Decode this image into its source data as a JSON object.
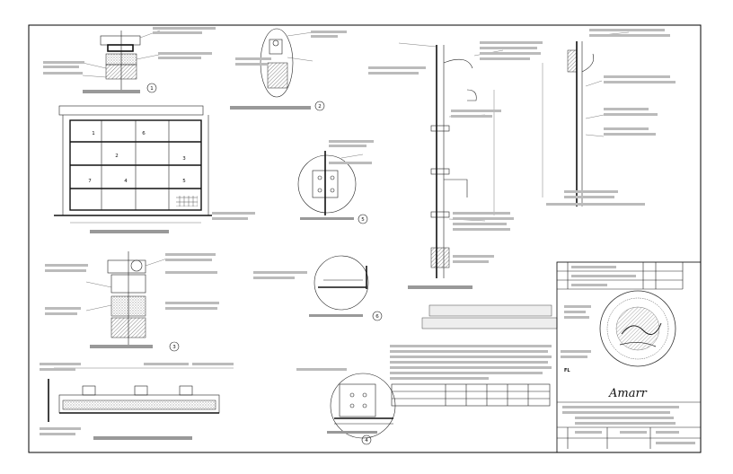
{
  "title_block": {
    "fl_mark": "FL",
    "brand": "Amarr"
  },
  "callouts": [
    {
      "id": "c1",
      "num": "1"
    },
    {
      "id": "c2",
      "num": "2"
    },
    {
      "id": "c3",
      "num": "3"
    },
    {
      "id": "c4",
      "num": "4"
    },
    {
      "id": "c5",
      "num": "5"
    },
    {
      "id": "c6",
      "num": "6"
    }
  ],
  "panel_numbers": [
    "1",
    "2",
    "3",
    "4",
    "5",
    "6",
    "7"
  ],
  "revision_rows": [
    "",
    ""
  ],
  "table": {
    "rows": [
      [
        "",
        "",
        "",
        "",
        "",
        ""
      ],
      [
        "",
        "",
        "",
        "",
        "",
        ""
      ],
      [
        "",
        "",
        "",
        "",
        "",
        ""
      ]
    ]
  }
}
